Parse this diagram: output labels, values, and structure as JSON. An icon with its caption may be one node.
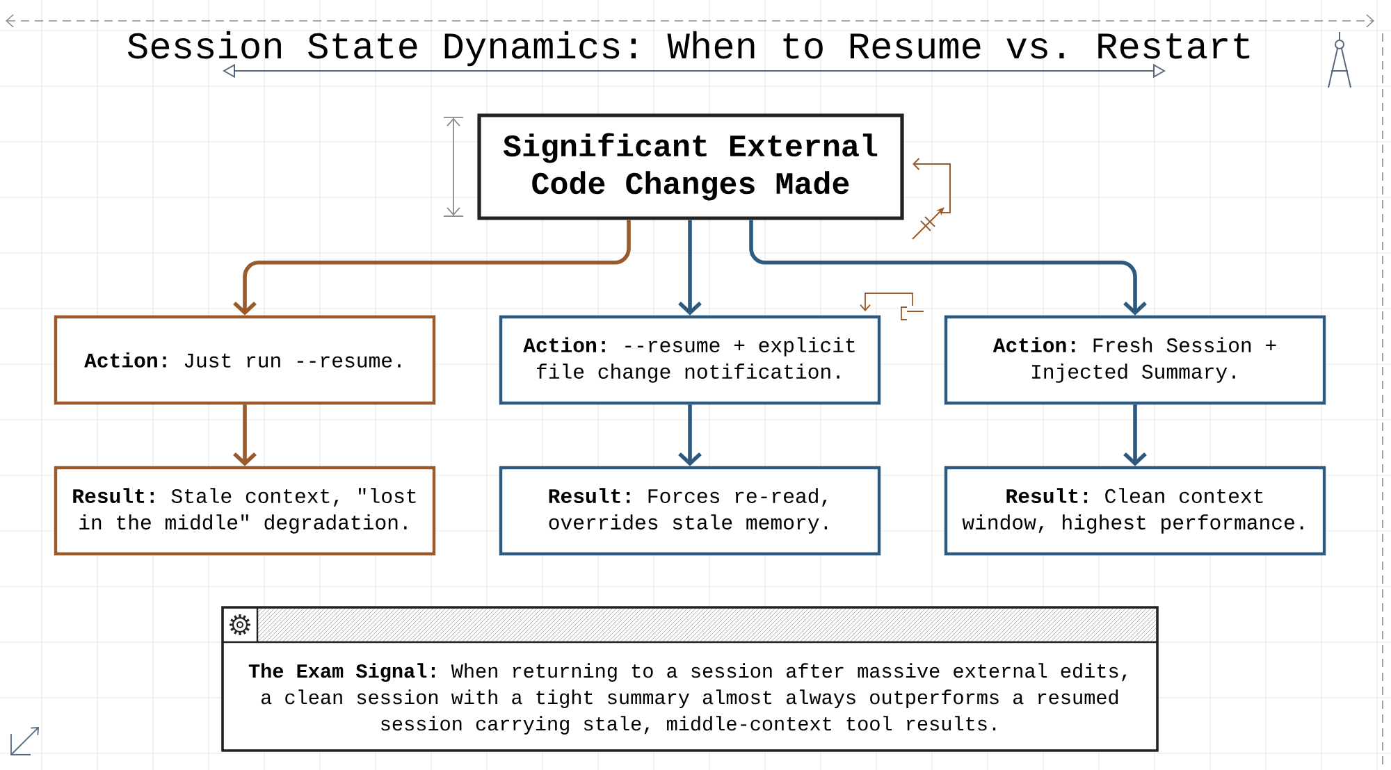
{
  "diagram": {
    "title": "Session State Dynamics: When to Resume vs. Restart",
    "nodes": [
      {
        "text": [
          "Significant External Code Changes Made"
        ]
      },
      {
        "text": [
          "**Action:** Just run --resume."
        ]
      },
      {
        "text": [
          "**Action:** --resume + explicit file change notification."
        ]
      },
      {
        "text": [
          "**Action:** Fresh Session + Injected Summary."
        ]
      },
      {
        "text": [
          "**Result:** Stale context, \"lost in the middle\" degradation."
        ]
      },
      {
        "text": [
          "**Result:** Forces re-read, overrides stale memory."
        ]
      },
      {
        "text": [
          "**Result:** Clean context window, highest performance."
        ]
      },
      {
        "text": [
          "**The Exam Signal:** When returning to a session after massive external edits, a clean session with a tight summary almost always outperforms a resumed session carrying stale, middle-context tool results."
        ]
      }
    ],
    "edges": [
      {
        "from": 0,
        "to": 1,
        "arrow": "to",
        "color": "#9a5a2b"
      },
      {
        "from": 0,
        "to": 2,
        "arrow": "to"
      },
      {
        "from": 0,
        "to": 3,
        "arrow": "to"
      },
      {
        "from": 1,
        "to": 4,
        "arrow": "to",
        "color": "#9a5a2b"
      },
      {
        "from": 2,
        "to": 5,
        "arrow": "to"
      },
      {
        "from": 3,
        "to": 6,
        "arrow": "to"
      }
    ]
  }
}
